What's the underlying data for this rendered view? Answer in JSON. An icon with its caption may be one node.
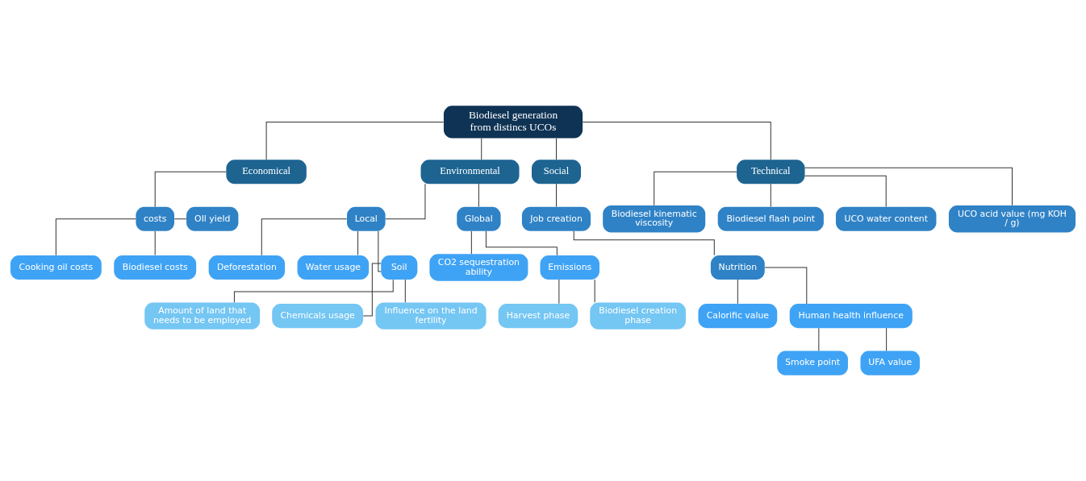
{
  "diagram": {
    "nodes": [
      {
        "text": [
          "Biodiesel generation from distincs UCOs"
        ]
      },
      {
        "text": [
          "Economical"
        ]
      },
      {
        "text": [
          "Environmental"
        ]
      },
      {
        "text": [
          "Social"
        ]
      },
      {
        "text": [
          "Technical"
        ]
      },
      {
        "text": [
          "costs"
        ]
      },
      {
        "text": [
          "OIl yield"
        ]
      },
      {
        "text": [
          "Cooking oil costs"
        ]
      },
      {
        "text": [
          "Biodiesel costs"
        ]
      },
      {
        "text": [
          "Local"
        ]
      },
      {
        "text": [
          "Global"
        ]
      },
      {
        "text": [
          "Deforestation"
        ]
      },
      {
        "text": [
          "Water usage"
        ]
      },
      {
        "text": [
          "Soil"
        ]
      },
      {
        "text": [
          "Amount of land that needs to be employed"
        ]
      },
      {
        "text": [
          "Chemicals usage"
        ]
      },
      {
        "text": [
          "Influence on the land fertility"
        ]
      },
      {
        "text": [
          "CO2 sequestration ability"
        ]
      },
      {
        "text": [
          "Emissions"
        ]
      },
      {
        "text": [
          "Harvest phase"
        ]
      },
      {
        "text": [
          "Biodiesel creation phase"
        ]
      },
      {
        "text": [
          "Job creation"
        ]
      },
      {
        "text": [
          "Nutrition"
        ]
      },
      {
        "text": [
          "Calorific value"
        ]
      },
      {
        "text": [
          "Human health influence"
        ]
      },
      {
        "text": [
          "Smoke point"
        ]
      },
      {
        "text": [
          "UFA value"
        ]
      },
      {
        "text": [
          "Biodiesel kinematic viscosity"
        ]
      },
      {
        "text": [
          "Biodiesel flash point"
        ]
      },
      {
        "text": [
          "UCO water content"
        ]
      },
      {
        "text": [
          "UCO acid value (mg KOH / g)"
        ]
      }
    ],
    "edges": [
      {
        "from": 0,
        "to": 1,
        "arrow": "none"
      },
      {
        "from": 0,
        "to": 2,
        "arrow": "none"
      },
      {
        "from": 0,
        "to": 3,
        "arrow": "none"
      },
      {
        "from": 0,
        "to": 4,
        "arrow": "none"
      },
      {
        "from": 1,
        "to": 5,
        "arrow": "none"
      },
      {
        "from": 5,
        "to": 6,
        "arrow": "none"
      },
      {
        "from": 5,
        "to": 7,
        "arrow": "none"
      },
      {
        "from": 5,
        "to": 8,
        "arrow": "none"
      },
      {
        "from": 2,
        "to": 9,
        "arrow": "none"
      },
      {
        "from": 2,
        "to": 10,
        "arrow": "none"
      },
      {
        "from": 9,
        "to": 11,
        "arrow": "none"
      },
      {
        "from": 9,
        "to": 12,
        "arrow": "none"
      },
      {
        "from": 9,
        "to": 13,
        "arrow": "none"
      },
      {
        "from": 13,
        "to": 14,
        "arrow": "none"
      },
      {
        "from": 13,
        "to": 15,
        "arrow": "none"
      },
      {
        "from": 13,
        "to": 16,
        "arrow": "none"
      },
      {
        "from": 10,
        "to": 17,
        "arrow": "none"
      },
      {
        "from": 10,
        "to": 18,
        "arrow": "none"
      },
      {
        "from": 18,
        "to": 19,
        "arrow": "none"
      },
      {
        "from": 18,
        "to": 20,
        "arrow": "none"
      },
      {
        "from": 3,
        "to": 21,
        "arrow": "none"
      },
      {
        "from": 21,
        "to": 22,
        "arrow": "none"
      },
      {
        "from": 22,
        "to": 23,
        "arrow": "none"
      },
      {
        "from": 22,
        "to": 24,
        "arrow": "none"
      },
      {
        "from": 24,
        "to": 25,
        "arrow": "none"
      },
      {
        "from": 24,
        "to": 26,
        "arrow": "none"
      },
      {
        "from": 4,
        "to": 27,
        "arrow": "none"
      },
      {
        "from": 4,
        "to": 28,
        "arrow": "none"
      },
      {
        "from": 4,
        "to": 29,
        "arrow": "none"
      },
      {
        "from": 4,
        "to": 30,
        "arrow": "none"
      }
    ]
  }
}
